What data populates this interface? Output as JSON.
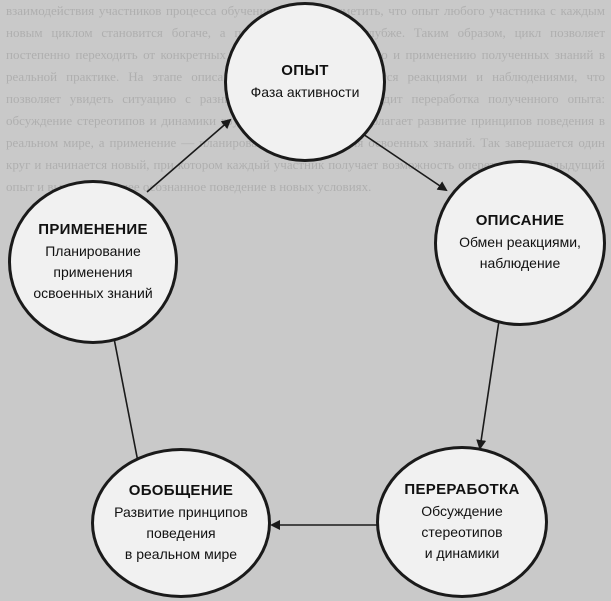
{
  "diagram": {
    "background_text": "взаимодействия участников процесса обучения. Следует отметить, что опыт любого участника с каждым новым циклом становится богаче, а понимание процесса глубже. Таким образом, цикл позволяет постепенно переходить от конкретных переживаний к обобщению и применению полученных знаний в реальной практике. На этапе описания участники обмениваются реакциями и наблюдениями, что позволяет увидеть ситуацию с разных сторон. Затем происходит переработка полученного опыта: обсуждение стереотипов и динамики группы. Обобщение предполагает развитие принципов поведения в реальном мире, а применение — планирование использования освоенных знаний. Так завершается один круг и начинается новый, при котором каждый участник получает возможность опереться на предыдущий опыт и выстроить более осознанное поведение в новых условиях.",
    "nodes": {
      "opyt": {
        "title": "ОПЫТ",
        "desc": "Фаза активности"
      },
      "opisanie": {
        "title": "ОПИСАНИЕ",
        "desc": "Обмен реакциями,\nнаблюдение"
      },
      "pererabotka": {
        "title": "ПЕРЕРАБОТКА",
        "desc": "Обсуждение\nстереотипов\nи динамики"
      },
      "obobshchenie": {
        "title": "ОБОБЩЕНИЕ",
        "desc": "Развитие принципов\nповедения\nв реальном мире"
      },
      "primenenie": {
        "title": "ПРИМЕНЕНИЕ",
        "desc": "Планирование\nприменения\nосвоенных знаний"
      }
    },
    "colors": {
      "stroke": "#1a1a1a",
      "node_fill": "#f1f1f1",
      "background": "#c9c9c9"
    }
  }
}
